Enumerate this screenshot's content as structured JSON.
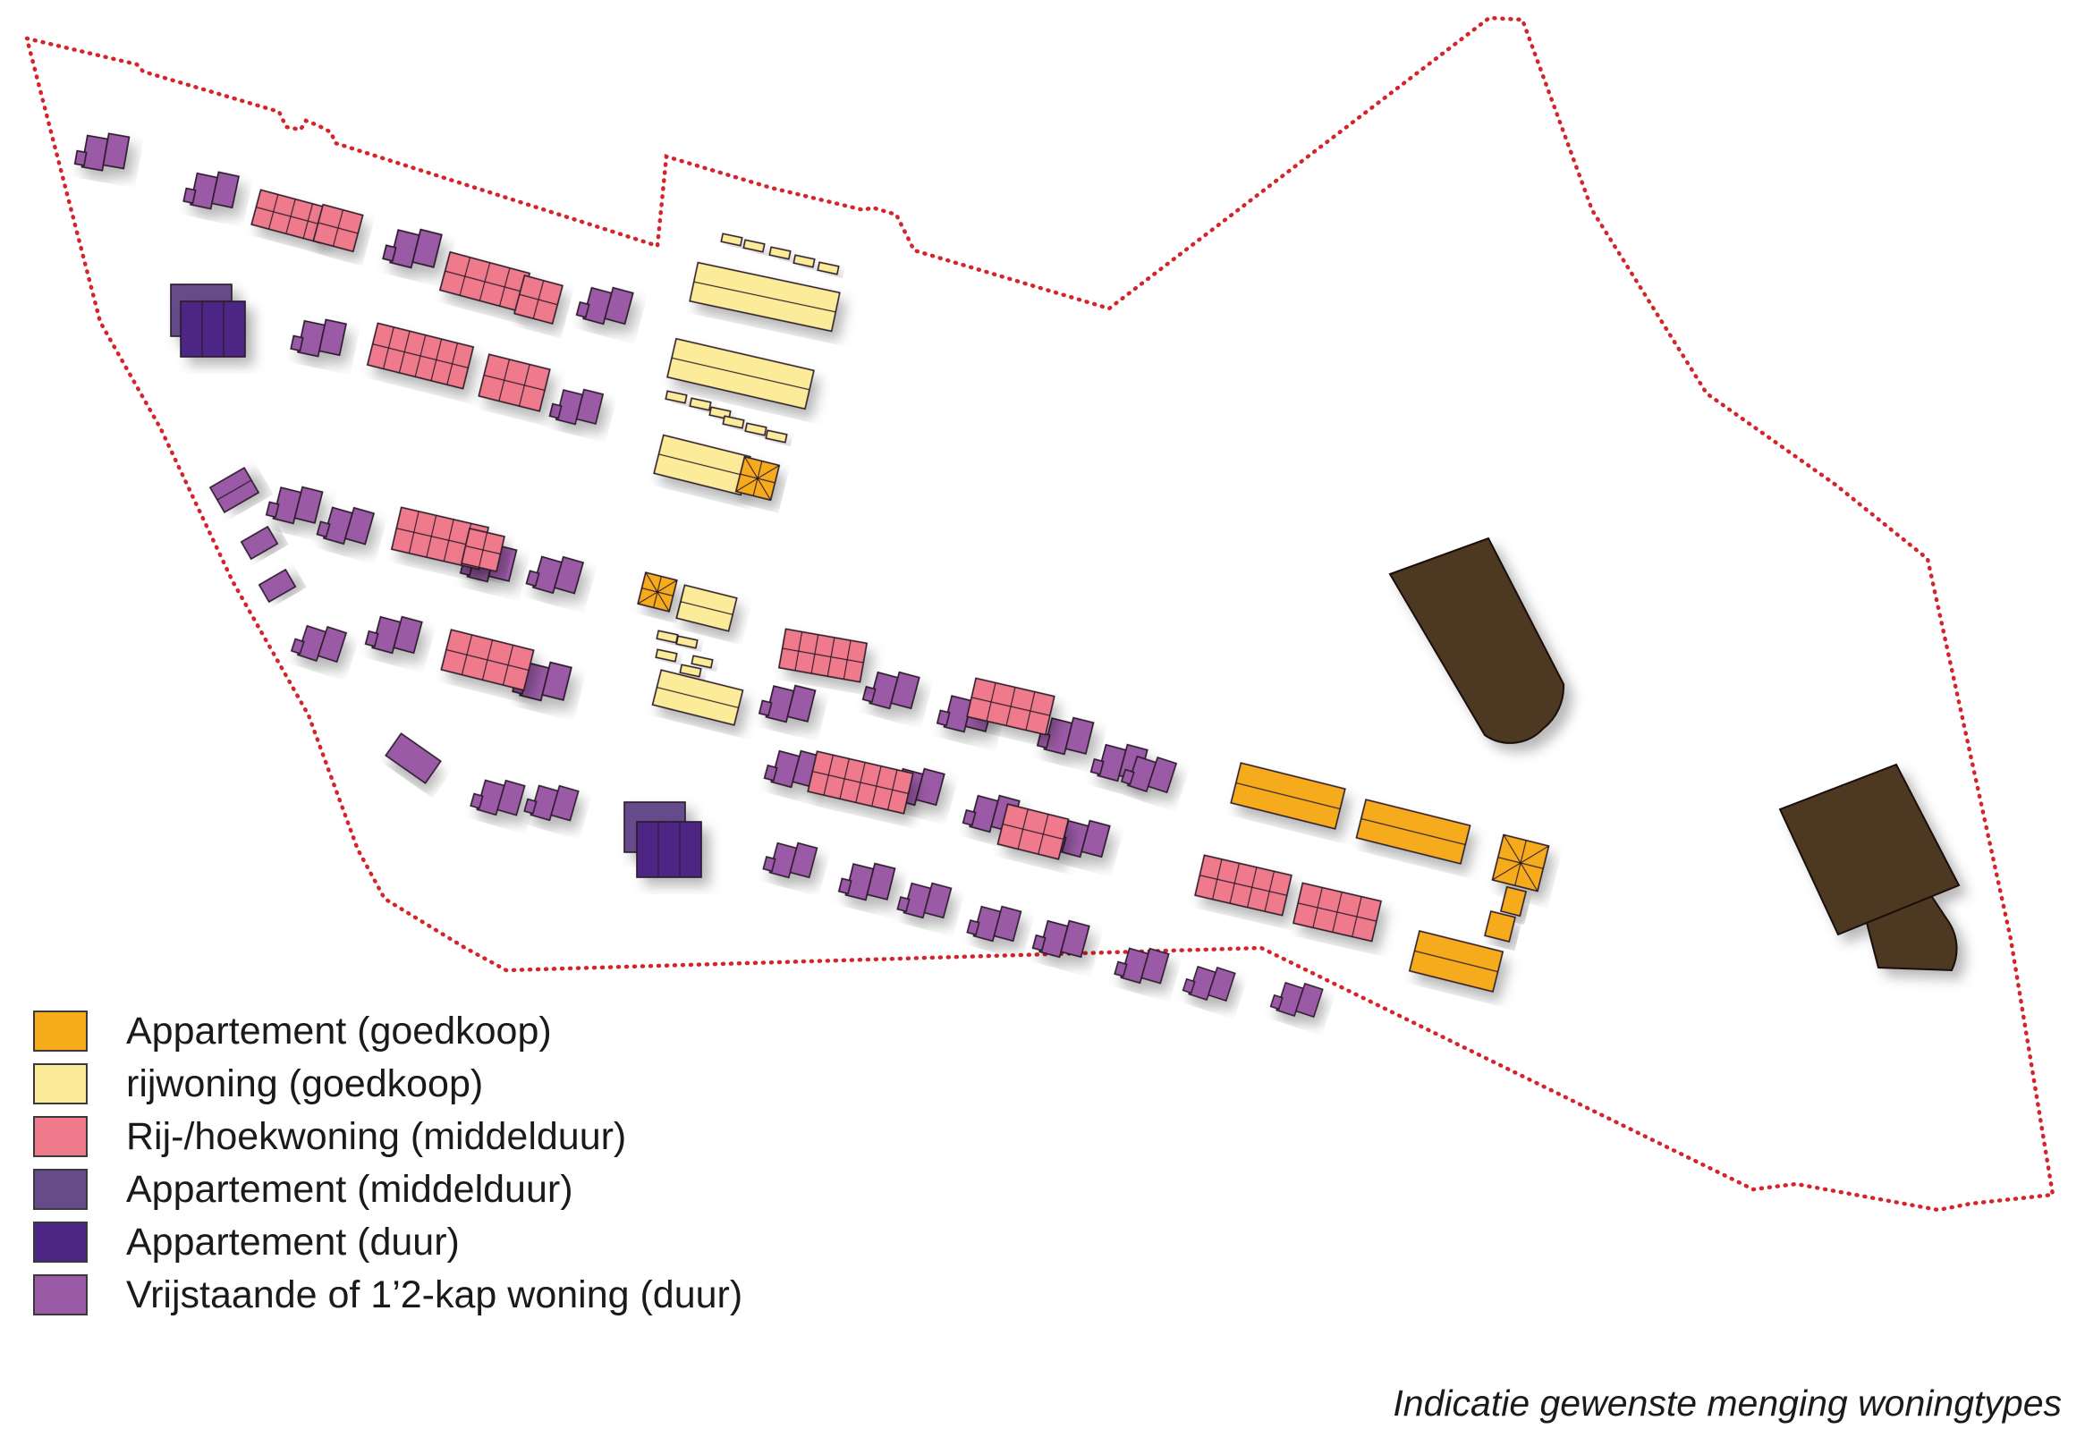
{
  "colors": {
    "boundary": "#d4252b",
    "outline": "#2a1a2a",
    "shadow": "#c8c8c8",
    "building": "#4e3720",
    "appartement_goedkoop": "#f5ab1a",
    "rijwoning_goedkoop": "#fcec9a",
    "rij_hoekwoning_middelduur": "#ee7a8b",
    "appartement_middelduur": "#654b8a",
    "appartement_duur": "#4d2585",
    "vrijstaande_duur": "#9b5aa6"
  },
  "legend": [
    {
      "label": "Appartement (goedkoop)",
      "color": "#f5ab1a"
    },
    {
      "label": "rijwoning (goedkoop)",
      "color": "#fcec9a"
    },
    {
      "label": "Rij-/hoekwoning (middelduur)",
      "color": "#ee7a8b"
    },
    {
      "label": "Appartement (middelduur)",
      "color": "#654b8a"
    },
    {
      "label": "Appartement (duur)",
      "color": "#4d2585"
    },
    {
      "label": "Vrijstaande of 1’2-kap woning (duur)",
      "color": "#9b5aa6"
    }
  ],
  "caption": "Indicatie gewenste menging woningtypes"
}
